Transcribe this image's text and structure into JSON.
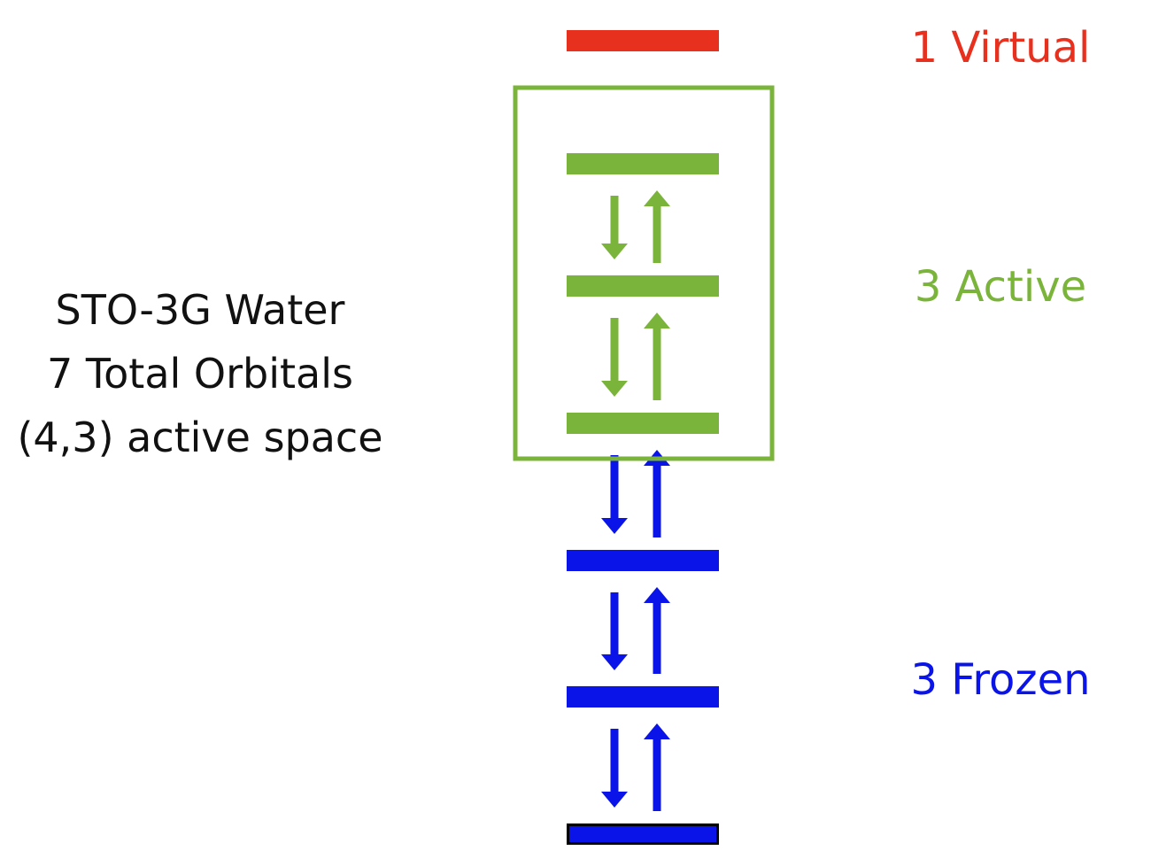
{
  "description": {
    "lines": [
      "STO-3G Water",
      "7 Total Orbitals",
      "(4,3) active space"
    ]
  },
  "groups": {
    "virtual": {
      "label": "1 Virtual",
      "color": "#e8301f"
    },
    "active": {
      "label": "3 Active",
      "color": "#7bb43a"
    },
    "frozen": {
      "label": "3 Frozen",
      "color": "#0a14e8"
    }
  },
  "orbitals": [
    {
      "group": "virtual",
      "electrons": 0
    },
    {
      "group": "active",
      "electrons": 0
    },
    {
      "group": "active",
      "electrons": 2
    },
    {
      "group": "active",
      "electrons": 2
    },
    {
      "group": "frozen",
      "electrons": 2
    },
    {
      "group": "frozen",
      "electrons": 2
    },
    {
      "group": "frozen",
      "electrons": 2
    }
  ],
  "outline_color": "#000000"
}
